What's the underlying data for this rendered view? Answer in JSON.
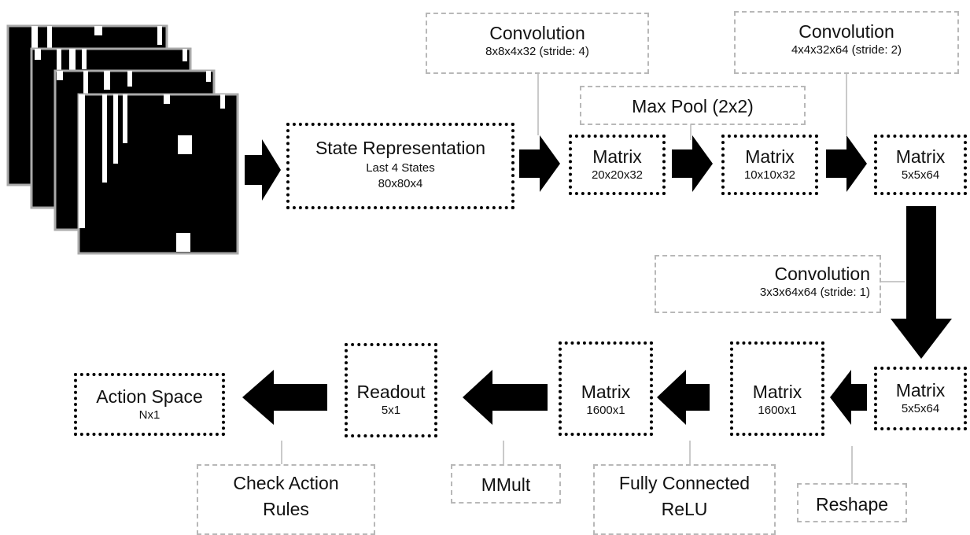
{
  "colors": {
    "node_border": "#000000",
    "op_border": "#b8b8b8",
    "arrow": "#000000",
    "frame": "#aaaaaa"
  },
  "input_image": {
    "frames": 4,
    "description_icon": "stacked-game-frames"
  },
  "nodes": {
    "state": {
      "title": "State Representation",
      "line1": "Last 4 States",
      "line2": "80x80x4"
    },
    "m1": {
      "title": "Matrix",
      "dims": "20x20x32"
    },
    "m2": {
      "title": "Matrix",
      "dims": "10x10x32"
    },
    "m3": {
      "title": "Matrix",
      "dims": "5x5x64"
    },
    "m4": {
      "title": "Matrix",
      "dims": "5x5x64"
    },
    "m5": {
      "title": "Matrix",
      "dims": "1600x1"
    },
    "m6": {
      "title": "Matrix",
      "dims": "1600x1"
    },
    "readout": {
      "title": "Readout",
      "dims": "5x1"
    },
    "action": {
      "title": "Action Space",
      "dims": "Nx1"
    }
  },
  "ops": {
    "conv1": {
      "title": "Convolution",
      "detail": "8x8x4x32 (stride: 4)"
    },
    "conv2": {
      "title": "Convolution",
      "detail": "4x4x32x64 (stride: 2)"
    },
    "maxpool": {
      "title": "Max Pool (2x2)"
    },
    "conv3": {
      "title": "Convolution",
      "detail": "3x3x64x64 (stride: 1)"
    },
    "reshape": {
      "title": "Reshape"
    },
    "fc": {
      "line1": "Fully Connected",
      "line2": "ReLU"
    },
    "mmult": {
      "title": "MMult"
    },
    "rules": {
      "line1": "Check Action",
      "line2": "Rules"
    }
  }
}
